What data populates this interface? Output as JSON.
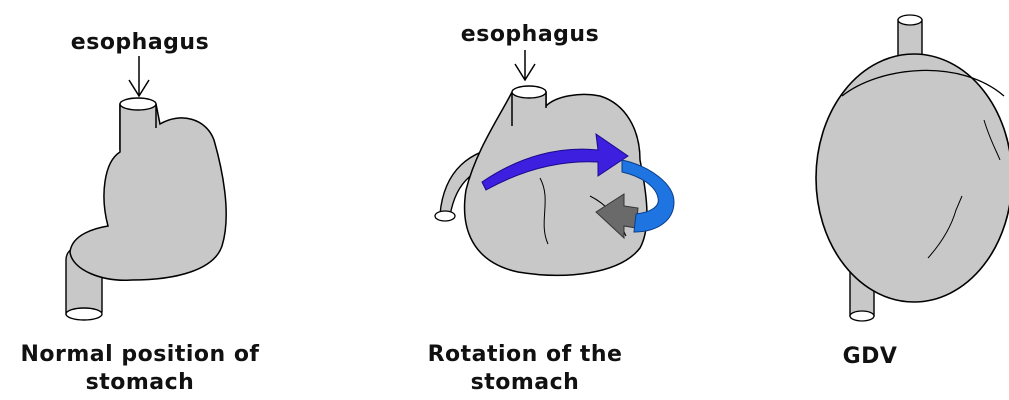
{
  "panels": [
    {
      "id": "normal",
      "pointer_label": "esophagus",
      "caption_line1": "Normal position of",
      "caption_line2": "stomach"
    },
    {
      "id": "rotation",
      "pointer_label": "esophagus",
      "caption_line1": "Rotation of the",
      "caption_line2": "stomach"
    },
    {
      "id": "gdv",
      "caption_line1": "GDV"
    }
  ],
  "colors": {
    "stomach_fill": "#c8c8c8",
    "outline": "#000000",
    "rotation_arrow": "#3d1fe0",
    "twist_arrow_blue": "#1e74e0",
    "twist_arrow_gray": "#6a6a6a"
  }
}
